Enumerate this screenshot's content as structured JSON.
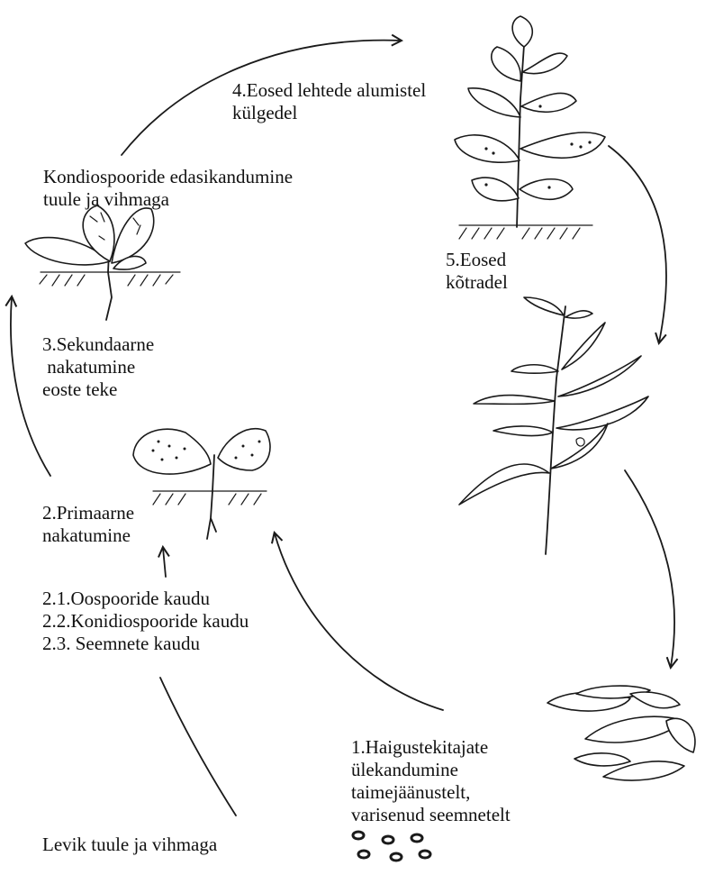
{
  "labels": {
    "stage4": [
      "4.Eosed lehtede alumistel",
      "külgedel"
    ],
    "wind_spread": [
      "Kondiospooride edasikandumine",
      "tuule ja vihmaga"
    ],
    "stage5": [
      "5.Eosed",
      "kõtradel"
    ],
    "stage3": [
      "3.Sekundaarne",
      " nakatumine",
      "eoste teke"
    ],
    "stage2": [
      "2.Primaarne",
      "nakatumine"
    ],
    "sources": [
      "2.1.Oospooride kaudu",
      "2.2.Konidiospooride kaudu",
      "2.3. Seemnete kaudu"
    ],
    "stage1": [
      "1.Haigustekitajate",
      "ülekandumine",
      "taimejäänustelt,",
      "varisenud seemnetelt"
    ],
    "spread": "Levik tuule ja vihmaga"
  },
  "colors": {
    "ink": "#1a1a1a",
    "background": "#ffffff"
  }
}
